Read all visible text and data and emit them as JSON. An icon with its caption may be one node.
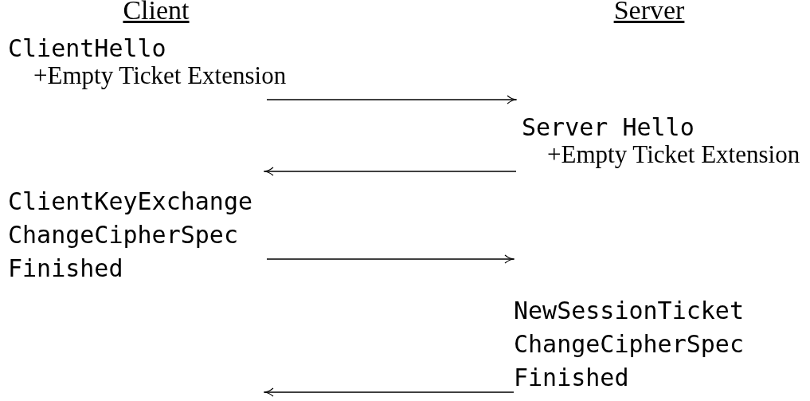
{
  "diagram": {
    "nodes": [
      {
        "text": [
          "ClientHello",
          "+Empty Ticket Extension"
        ]
      },
      {
        "text": [
          "Server Hello",
          "+Empty Ticket Extension"
        ]
      },
      {
        "text": [
          "ClientKeyExchange",
          "ChangeCipherSpec",
          "Finished"
        ]
      },
      {
        "text": [
          "NewSessionTicket",
          "ChangeCipherSpec",
          "Finished"
        ]
      }
    ],
    "edges": [
      {
        "from": 0,
        "to": 1,
        "arrow": "to"
      },
      {
        "from": 1,
        "to": 2,
        "arrow": "to"
      },
      {
        "from": 2,
        "to": 3,
        "arrow": "to"
      },
      {
        "from": 3,
        "to": null,
        "arrow": "to"
      }
    ],
    "labels": [
      "Client",
      "Server"
    ]
  }
}
